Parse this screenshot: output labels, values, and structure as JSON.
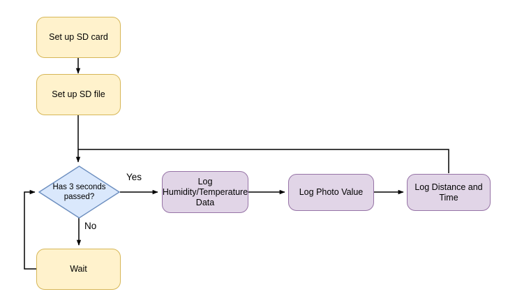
{
  "diagram": {
    "type": "flowchart",
    "background_color": "#ffffff",
    "palette": {
      "yellow_fill": "#fff2cc",
      "yellow_stroke": "#d6b656",
      "purple_fill": "#e1d5e7",
      "purple_stroke": "#9673a6",
      "blue_fill": "#dae8fc",
      "blue_stroke": "#6c8ebf",
      "edge_stroke": "#000000"
    },
    "nodes": [
      {
        "id": "setup_sd_card",
        "label": "Set up SD card",
        "shape": "rounded-rect",
        "color": "yellow"
      },
      {
        "id": "setup_sd_file",
        "label": "Set up SD file",
        "shape": "rounded-rect",
        "color": "yellow"
      },
      {
        "id": "has_3_seconds",
        "label": "Has 3 seconds\npassed?",
        "shape": "diamond",
        "color": "blue"
      },
      {
        "id": "wait",
        "label": "Wait",
        "shape": "rounded-rect",
        "color": "yellow"
      },
      {
        "id": "log_humidity_temperature",
        "label": "Log\nHumidity/Temperature\nData",
        "shape": "rounded-rect",
        "color": "purple"
      },
      {
        "id": "log_photo_value",
        "label": "Log Photo Value",
        "shape": "rounded-rect",
        "color": "purple"
      },
      {
        "id": "log_distance_time",
        "label": "Log Distance and\nTime",
        "shape": "rounded-rect",
        "color": "purple"
      }
    ],
    "edge_labels": {
      "yes": "Yes",
      "no": "No"
    },
    "edges": [
      {
        "from": "setup_sd_card",
        "to": "setup_sd_file",
        "label": ""
      },
      {
        "from": "setup_sd_file",
        "to": "has_3_seconds",
        "label": ""
      },
      {
        "from": "has_3_seconds",
        "to": "log_humidity_temperature",
        "label": "Yes"
      },
      {
        "from": "has_3_seconds",
        "to": "wait",
        "label": "No"
      },
      {
        "from": "wait",
        "to": "has_3_seconds",
        "label": ""
      },
      {
        "from": "log_humidity_temperature",
        "to": "log_photo_value",
        "label": ""
      },
      {
        "from": "log_photo_value",
        "to": "log_distance_time",
        "label": ""
      },
      {
        "from": "log_distance_time",
        "to": "has_3_seconds",
        "label": ""
      }
    ]
  }
}
